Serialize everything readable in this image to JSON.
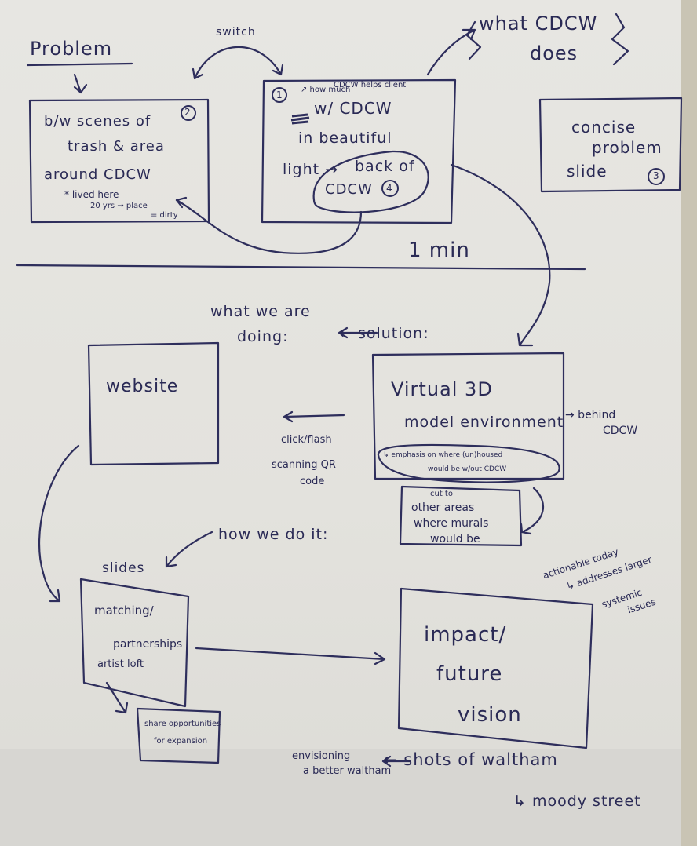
{
  "top": {
    "problem_heading": "Problem",
    "switch_label": "switch",
    "what_cdcw_does_1": "what CDCW",
    "what_cdcw_does_2": "does",
    "one_min": "1 min"
  },
  "box_problem": {
    "line1": "b/w scenes of",
    "line2": "trash & area",
    "line3": "around CDCW",
    "num": "2",
    "note1": "* lived here",
    "note2": "20 yrs → place",
    "note3": "= dirty"
  },
  "box_cdcw": {
    "num": "1",
    "how1": "↗ how much",
    "how2": "CDCW helps client",
    "line1": "w/ CDCW",
    "line2": "in beautiful",
    "line3a": "light →",
    "line3b": "back of",
    "line4": "CDCW",
    "num4": "4"
  },
  "box_concise": {
    "line1": "concise",
    "line2": "problem",
    "line3": "slide",
    "num": "3"
  },
  "middle": {
    "what_we_are": "what we are",
    "doing": "doing:",
    "solution": "← solution:",
    "website": "website",
    "click_flash": "click/flash",
    "scanning1": "scanning QR",
    "scanning2": "code"
  },
  "box_virtual": {
    "line1": "Virtual 3D",
    "line2": "model environment",
    "behind1": "→ behind",
    "behind2": "CDCW",
    "emph1": "↳ emphasis on where (un)housed",
    "emph2": "would be w/out CDCW",
    "other0": "cut to",
    "other1": "other areas",
    "other2": "where murals",
    "other3": "would be"
  },
  "lower": {
    "how_we_do_it": "how we do it:",
    "slides": "slides",
    "matching": "matching/",
    "partnerships": "partnerships",
    "artist_loft": "artist loft",
    "share1": "share opportunities",
    "share2": "for expansion",
    "impact1": "impact/",
    "impact2": "future",
    "impact3": "vision",
    "act1": "actionable today",
    "act2": "↳ addresses larger",
    "act3": "systemic",
    "act4": "issues",
    "envision1": "envisioning",
    "envision2": "a better waltham",
    "shots": "← shots of waltham",
    "moody": "↳ moody street"
  }
}
